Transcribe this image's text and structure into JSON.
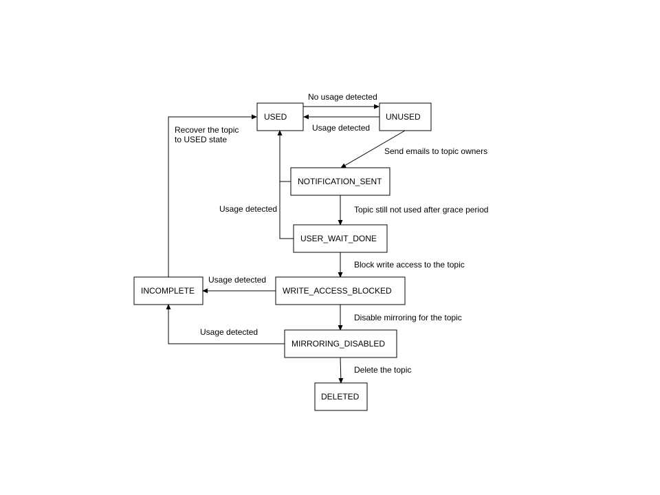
{
  "nodes": {
    "used": "USED",
    "unused": "UNUSED",
    "notification_sent": "NOTIFICATION_SENT",
    "user_wait_done": "USER_WAIT_DONE",
    "write_access_blocked": "WRITE_ACCESS_BLOCKED",
    "incomplete": "INCOMPLETE",
    "mirroring_disabled": "MIRRORING_DISABLED",
    "deleted": "DELETED"
  },
  "edges": {
    "used_to_unused": "No usage detected",
    "unused_to_used": "Usage detected",
    "unused_to_notification": "Send emails to topic owners",
    "notification_to_wait": "Topic still not used after grace period",
    "back_to_used": "Usage detected",
    "wait_to_blocked": "Block write access to the topic",
    "blocked_to_incomplete": "Usage detected",
    "blocked_to_mirroring": "Disable mirroring for the topic",
    "mirroring_to_incomplete": "Usage detected",
    "mirroring_to_deleted": "Delete the topic",
    "incomplete_to_used_line1": "Recover the topic",
    "incomplete_to_used_line2": "to USED state"
  },
  "colors": {
    "stroke": "#000000",
    "background": "#ffffff"
  }
}
